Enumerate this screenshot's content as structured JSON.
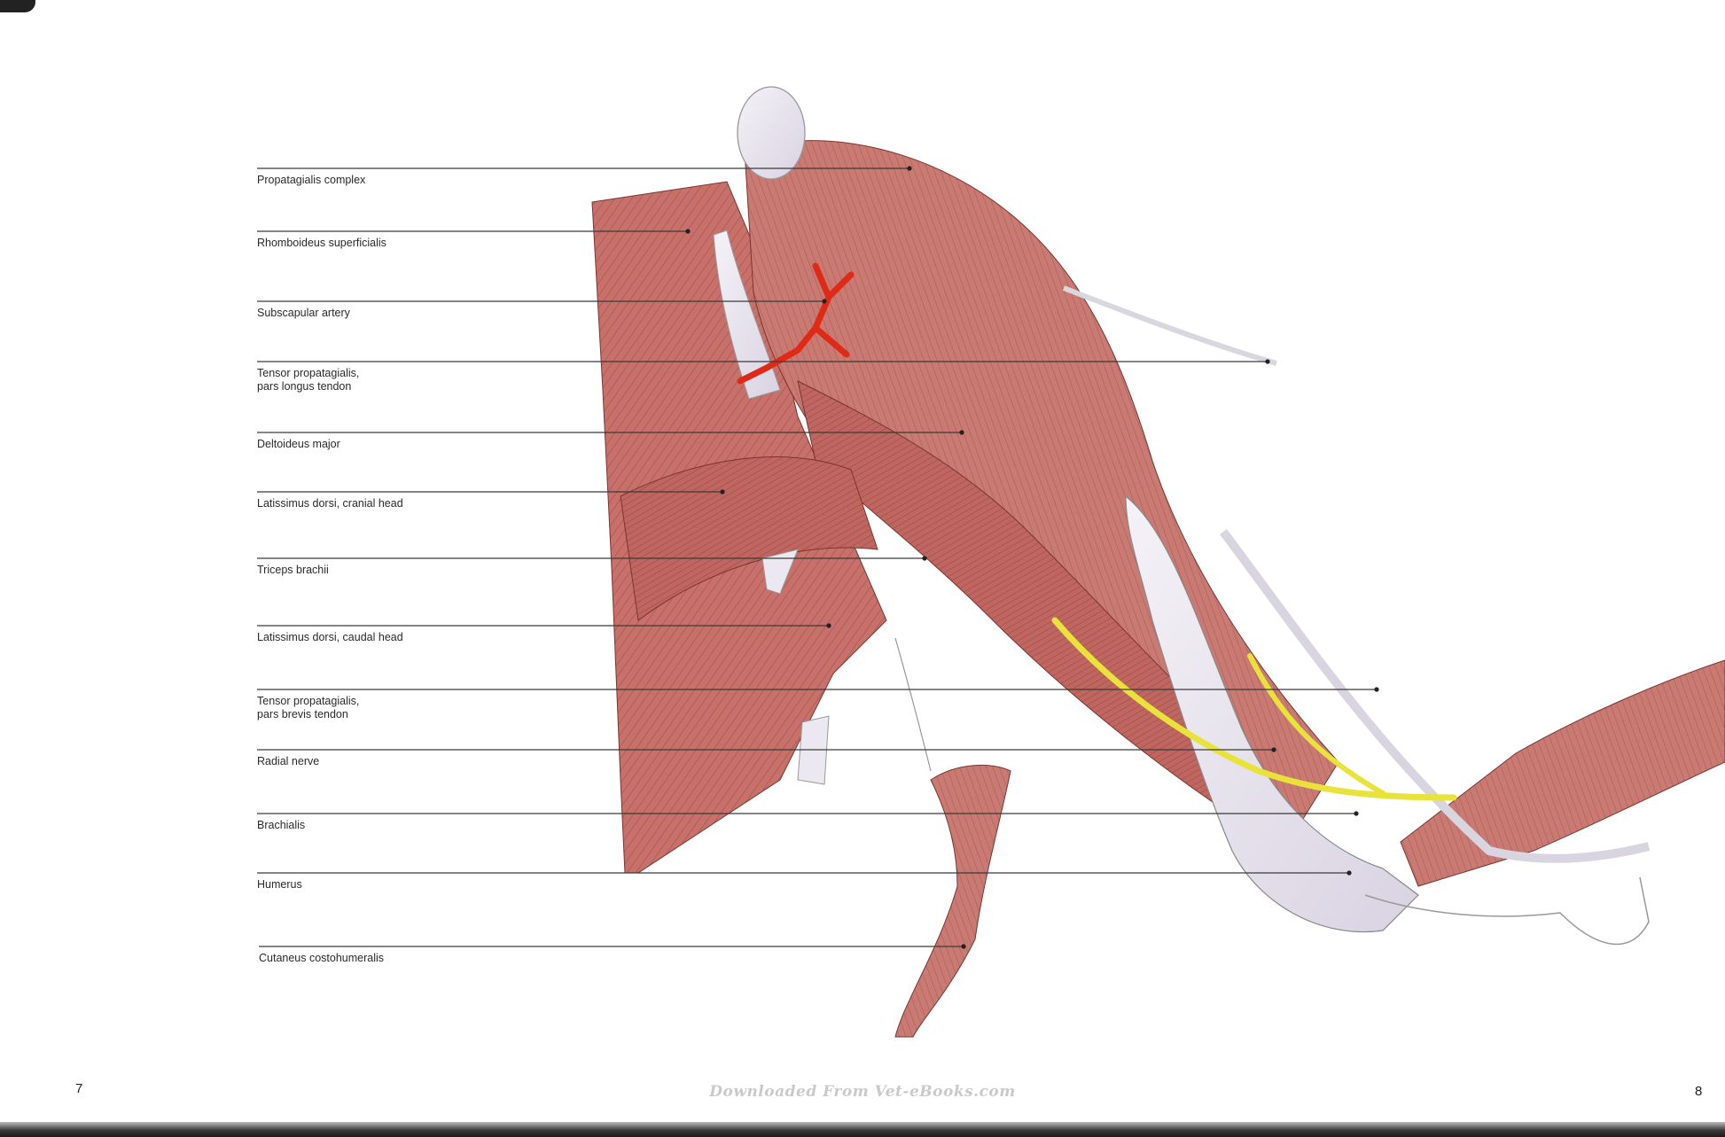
{
  "labels": [
    {
      "text": "Propatagialis complex"
    },
    {
      "text": "Rhomboideus superficialis"
    },
    {
      "text": "Subscapular artery"
    },
    {
      "text": "Tensor propatagialis,\npars longus tendon"
    },
    {
      "text": "Deltoideus major"
    },
    {
      "text": "Latissimus dorsi, cranial head"
    },
    {
      "text": "Triceps brachii"
    },
    {
      "text": "Latissimus dorsi, caudal head"
    },
    {
      "text": "Tensor propatagialis,\npars brevis tendon"
    },
    {
      "text": "Radial nerve"
    },
    {
      "text": "Brachialis"
    },
    {
      "text": "Humerus"
    },
    {
      "text": "Cutaneus costohumeralis"
    }
  ],
  "page_numbers": {
    "left": "7",
    "right": "8"
  },
  "watermark": "Downloaded From Vet-eBooks.com",
  "colors": {
    "muscle": "#c8706a",
    "muscle_dark": "#8e3d38",
    "tendon": "#e8e4ee",
    "artery": "#e02a18",
    "nerve": "#e8e23a",
    "leader": "#3a3a3a"
  }
}
